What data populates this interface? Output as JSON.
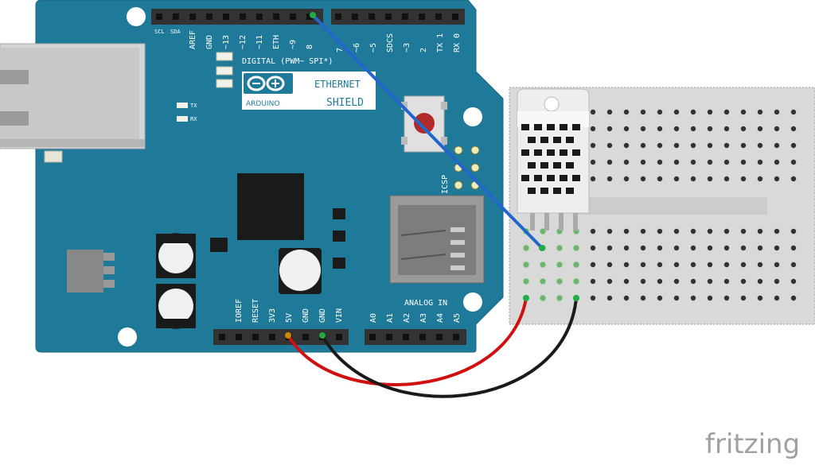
{
  "board": {
    "digital_header": "DIGITAL (PWM~ SPI*)",
    "top_pins_left": [
      "SCL",
      "SDA",
      "AREF",
      "GND",
      "~13",
      "~12",
      "~11",
      "ETH",
      "~9",
      "8"
    ],
    "top_pins_right": [
      "7",
      "~6",
      "~5",
      "SDCS",
      "~3",
      "2",
      "TX 1",
      "RX 0"
    ],
    "bottom_pins_power": [
      "IOREF",
      "RESET",
      "3V3",
      "5V",
      "GND",
      "GND",
      "VIN"
    ],
    "bottom_pins_analog": [
      "A0",
      "A1",
      "A2",
      "A3",
      "A4",
      "A5"
    ],
    "analog_header": "ANALOG IN",
    "icsp_label": "ICSP",
    "tx_label": "TX",
    "rx_label": "RX",
    "logo_text": "ARDUINO",
    "ethernet_label": "ETHERNET",
    "shield_label": "SHIELD"
  },
  "watermark": "fritzing",
  "colors": {
    "board": "#1f7a99",
    "board_edge": "#196684",
    "breadboard": "#d9d9d9",
    "wire_signal": "#2266cc",
    "wire_power": "#d01010",
    "wire_ground": "#1a1a1a",
    "sensor": "#eeeeee"
  },
  "icons": [
    "ethernet-jack-icon",
    "reset-button-icon",
    "chip-icon",
    "capacitor-icon",
    "sd-slot-icon",
    "dht-sensor-icon"
  ]
}
